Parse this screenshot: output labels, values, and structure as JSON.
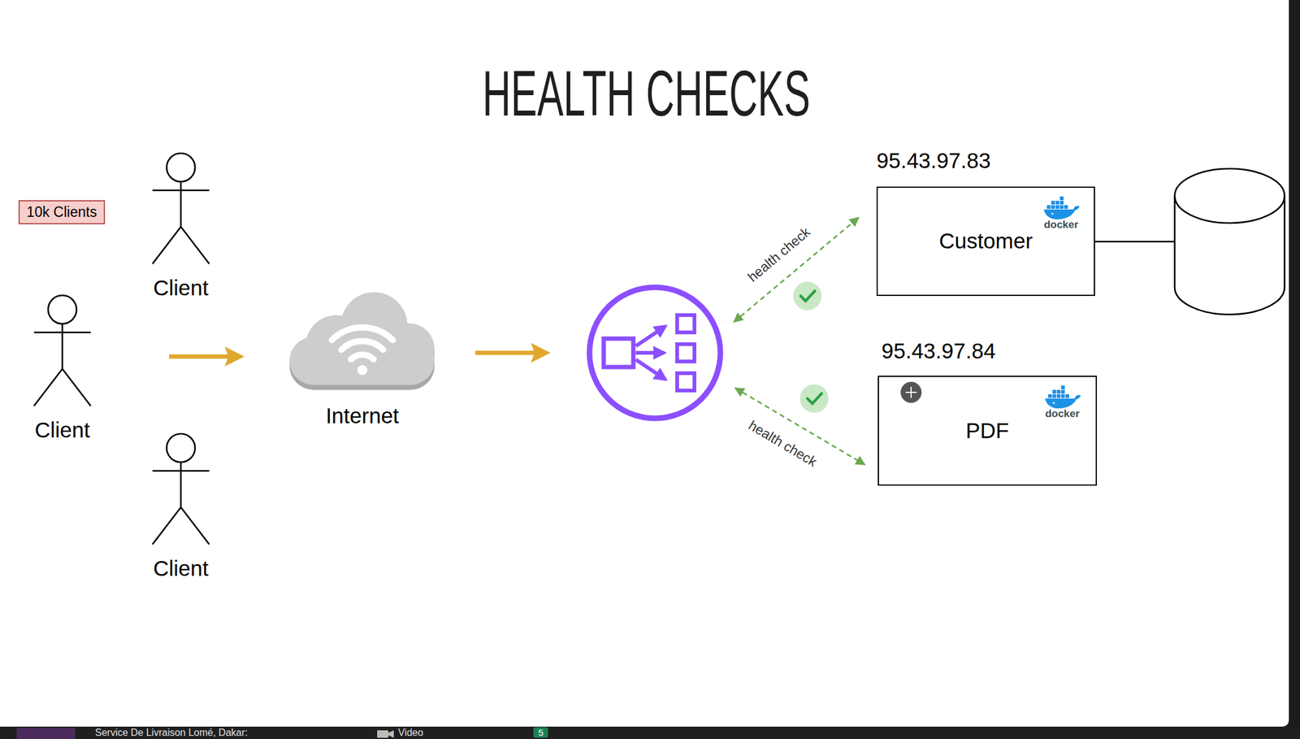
{
  "diagram": {
    "title": "HEALTH CHECKS",
    "nodes": [
      {
        "text": [
          "10k Clients"
        ]
      },
      {
        "text": [
          "Client"
        ]
      },
      {
        "text": [
          "Client"
        ]
      },
      {
        "text": [
          "Client"
        ]
      },
      {
        "text": [
          "Internet"
        ]
      },
      {
        "text": [
          "95.43.97.83",
          "Customer"
        ]
      },
      {
        "text": [
          "95.43.97.84",
          "PDF"
        ]
      }
    ],
    "labels": [
      "health check",
      "health check",
      "docker",
      "docker",
      "Service De Livraison Lomé, Dakar:",
      "Video",
      "5"
    ]
  }
}
